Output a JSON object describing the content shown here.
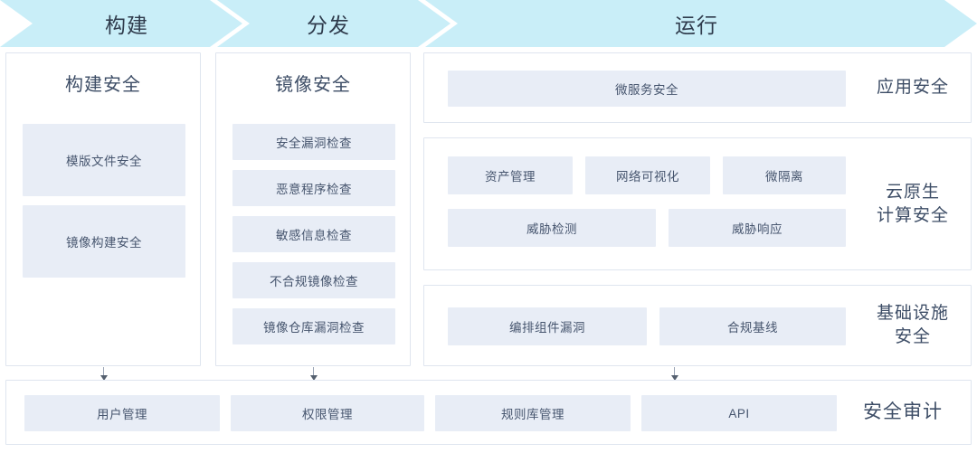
{
  "banner": {
    "fill_color": "#c9eef8",
    "stages": [
      {
        "label": "构建"
      },
      {
        "label": "分发"
      },
      {
        "label": "运行"
      }
    ]
  },
  "columns": {
    "build": {
      "title": "构建安全",
      "items": [
        {
          "label": "模版文件安全"
        },
        {
          "label": "镜像构建安全"
        }
      ]
    },
    "image": {
      "title": "镜像安全",
      "items": [
        {
          "label": "安全漏洞检查"
        },
        {
          "label": "恶意程序检查"
        },
        {
          "label": "敏感信息检查"
        },
        {
          "label": "不合规镜像检查"
        },
        {
          "label": "镜像仓库漏洞检查"
        }
      ]
    }
  },
  "runtime": {
    "application": {
      "side_label": "应用安全",
      "items": [
        {
          "label": "微服务安全"
        }
      ]
    },
    "cloud_native": {
      "side_label": "云原生\n计算安全",
      "side_label_line1": "云原生",
      "side_label_line2": "计算安全",
      "row1": [
        {
          "label": "资产管理"
        },
        {
          "label": "网络可视化"
        },
        {
          "label": "微隔离"
        }
      ],
      "row2": [
        {
          "label": "威胁检测"
        },
        {
          "label": "威胁响应"
        }
      ]
    },
    "infrastructure": {
      "side_label_line1": "基础设施",
      "side_label_line2": "安全",
      "items": [
        {
          "label": "编排组件漏洞"
        },
        {
          "label": "合规基线"
        }
      ]
    }
  },
  "audit": {
    "side_label": "安全审计",
    "items": [
      {
        "label": "用户管理"
      },
      {
        "label": "权限管理"
      },
      {
        "label": "规则库管理"
      },
      {
        "label": "API"
      }
    ]
  },
  "theme": {
    "banner_fill": "#c9eef8",
    "chip_fill": "#e8edf6",
    "border_color": "#dfe5ef",
    "text_color": "#3d4d66",
    "connector_color": "#9aa4b5"
  }
}
